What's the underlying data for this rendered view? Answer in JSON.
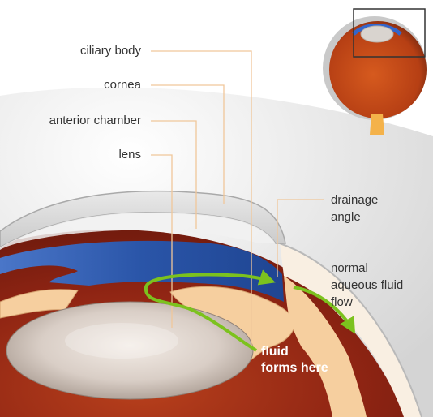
{
  "labels": {
    "ciliary_body": "ciliary body",
    "cornea": "cornea",
    "anterior_chamber": "anterior chamber",
    "lens": "lens",
    "drainage_angle_line1": "drainage",
    "drainage_angle_line2": "angle",
    "flow_line1": "normal",
    "flow_line2": "aqueous fluid",
    "flow_line3": "flow",
    "fluid_line1": "fluid",
    "fluid_line2": "forms here"
  },
  "colors": {
    "leader_line": "#f0c79a",
    "flow_arrow": "#7cc21e",
    "iris_blue": "#2f5fb4",
    "choroid_red": "#9a2a14",
    "ciliary_tissue": "#f6cf9f",
    "sclera": "#ffffff",
    "inset_frame": "#333333"
  },
  "icons": {
    "inset": "whole-eye-icon",
    "arrow": "green-arrow-icon"
  }
}
